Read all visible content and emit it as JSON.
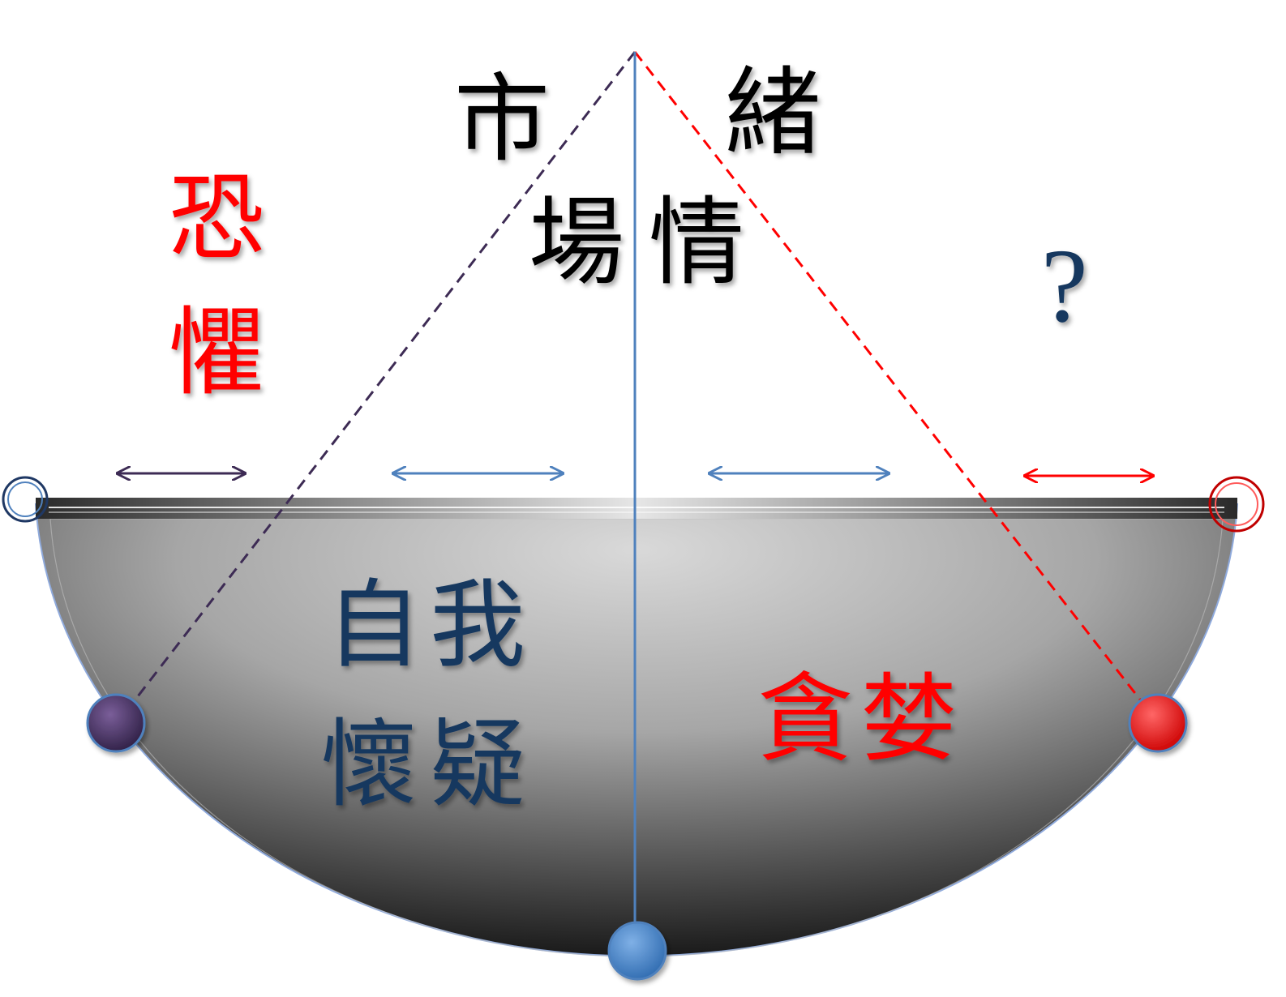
{
  "market_sentiment": {
    "chars": [
      "市",
      "場",
      "情",
      "緒"
    ],
    "color": "#000000"
  },
  "fear": {
    "chars": [
      "恐",
      "懼"
    ],
    "color": "#ff0000"
  },
  "self_doubt": {
    "chars": [
      "自",
      "我",
      "懷",
      "疑"
    ],
    "color": "#17375e"
  },
  "greed": {
    "chars": [
      "貪",
      "婪"
    ],
    "color": "#ff0000"
  },
  "question_mark": "?",
  "colors": {
    "fear_line": "#3d2b54",
    "center_line": "#4f81bd",
    "greed_line": "#ff0000",
    "bowl_dark": "#1a1a1a",
    "bowl_light": "#d9d9d9",
    "ball_fear": "#3d2b54",
    "ball_center": "#4a86c8",
    "ball_greed": "#ff0000",
    "ring_left": "#1f3864",
    "ring_right": "#c00000"
  }
}
